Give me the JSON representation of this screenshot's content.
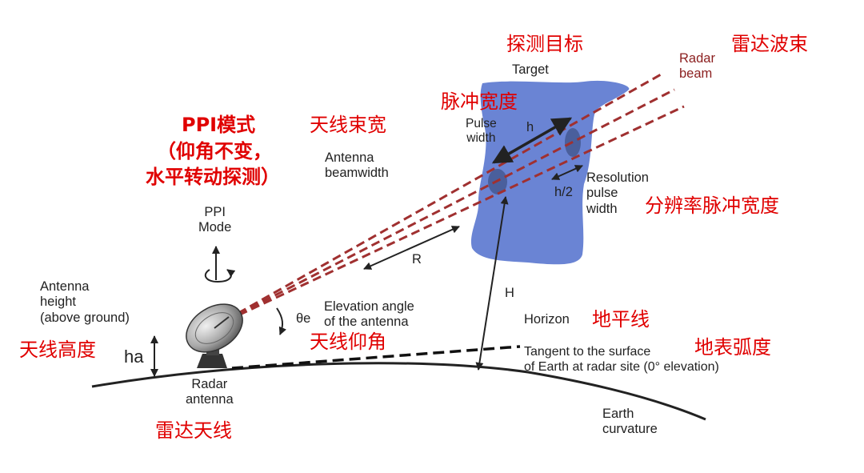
{
  "labels_en": {
    "target": "Target",
    "radar_beam": "Radar\nbeam",
    "pulse_width": "Pulse\nwidth",
    "h": "h",
    "h_half": "h/2",
    "resolution": "Resolution\npulse\nwidth",
    "antenna_beamwidth": "Antenna\nbeamwidth",
    "ppi_mode": "PPI\nMode",
    "r": "R",
    "big_h": "H",
    "antenna_height": "Antenna\nheight\n(above ground)",
    "theta_e": "θe",
    "elevation_angle": "Elevation angle\nof the antenna",
    "horizon": "Horizon",
    "tangent": "Tangent to the surface\nof Earth at radar site (0° elevation)",
    "ha": "ha",
    "radar_antenna": "Radar\nantenna",
    "earth_curvature": "Earth\ncurvature"
  },
  "labels_cn": {
    "target": "探测目标",
    "radar_beam": "雷达波束",
    "pulse_width": "脉冲宽度",
    "beamwidth": "天线束宽",
    "ppi_title": "PPI模式",
    "ppi_line2": "（仰角不变，",
    "ppi_line3": "水平转动探测）",
    "resolution": "分辨率脉冲宽度",
    "horizon": "地平线",
    "earth_arc": "地表弧度",
    "antenna_height": "天线高度",
    "elevation": "天线仰角",
    "radar_antenna": "雷达天线"
  },
  "colors": {
    "beam": "#a03030",
    "target_fill": "#6a84d4",
    "label_red": "#e00000",
    "ink": "#222222"
  },
  "icons": [
    "radar-dish-icon",
    "rotation-icon",
    "arrow-icon"
  ]
}
